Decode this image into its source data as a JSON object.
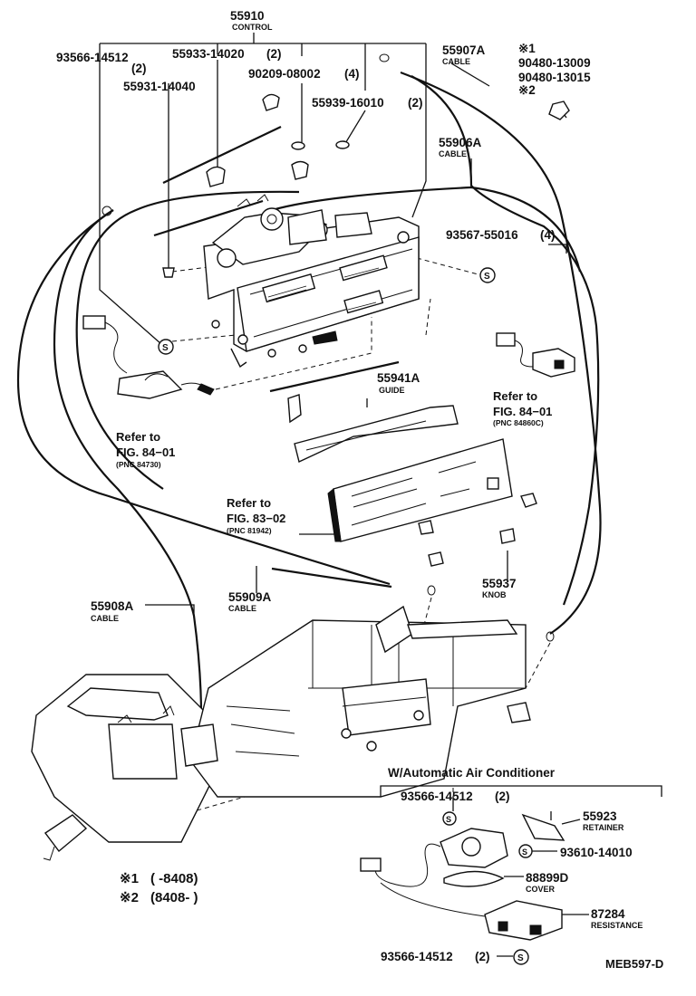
{
  "diagram": {
    "code": "MEB597-D",
    "labels": {
      "control": {
        "number": "55910",
        "name": "CONTROL"
      },
      "screw_top": {
        "number": "93566-14512",
        "qty": "(2)"
      },
      "clip": {
        "number": "55933-14020",
        "qty": "(2)"
      },
      "screw_small": {
        "number": "55931-14040"
      },
      "washer": {
        "number": "90209-08002",
        "qty": "(4)"
      },
      "washer2": {
        "number": "55939-16010",
        "qty": "(2)"
      },
      "cable_a": {
        "number": "55907A",
        "name": "CABLE"
      },
      "ref_bolt": {
        "mark1": "※1",
        "number1": "90480-13009",
        "number2": "90480-13015",
        "mark2": "※2"
      },
      "cable_b": {
        "number": "55906A",
        "name": "CABLE"
      },
      "screw_right": {
        "number": "93567-55016",
        "qty": "(4)"
      },
      "guide": {
        "number": "55941A",
        "name": "GUIDE"
      },
      "ref_right": {
        "refer": "Refer to",
        "fig": "FIG. 84−01",
        "pnc": "(PNC 84860C)"
      },
      "ref_left": {
        "refer": "Refer to",
        "fig": "FIG. 84−01",
        "pnc": "(PNC 84730)"
      },
      "ref_mid": {
        "refer": "Refer to",
        "fig": "FIG. 83−02",
        "pnc": "(PNC 81942)"
      },
      "knob": {
        "number": "55937",
        "name": "KNOB"
      },
      "cable_c": {
        "number": "55908A",
        "name": "CABLE"
      },
      "cable_d": {
        "number": "55909A",
        "name": "CABLE"
      },
      "auto_ac": {
        "title": "W/Automatic Air Conditioner"
      },
      "auto_screw_top": {
        "number": "93566-14512",
        "qty": "(2)"
      },
      "retainer": {
        "number": "55923",
        "name": "RETAINER"
      },
      "retainer_screw": {
        "number": "93610-14010"
      },
      "cover": {
        "number": "88899D",
        "name": "COVER"
      },
      "resistance": {
        "number": "87284",
        "name": "RESISTANCE"
      },
      "auto_screw_bottom": {
        "number": "93566-14512",
        "qty": "(2)"
      }
    },
    "legend": {
      "row1_mark": "※1",
      "row1_text": "(        -8408)",
      "row2_mark": "※2",
      "row2_text": "(8408-          )"
    }
  }
}
